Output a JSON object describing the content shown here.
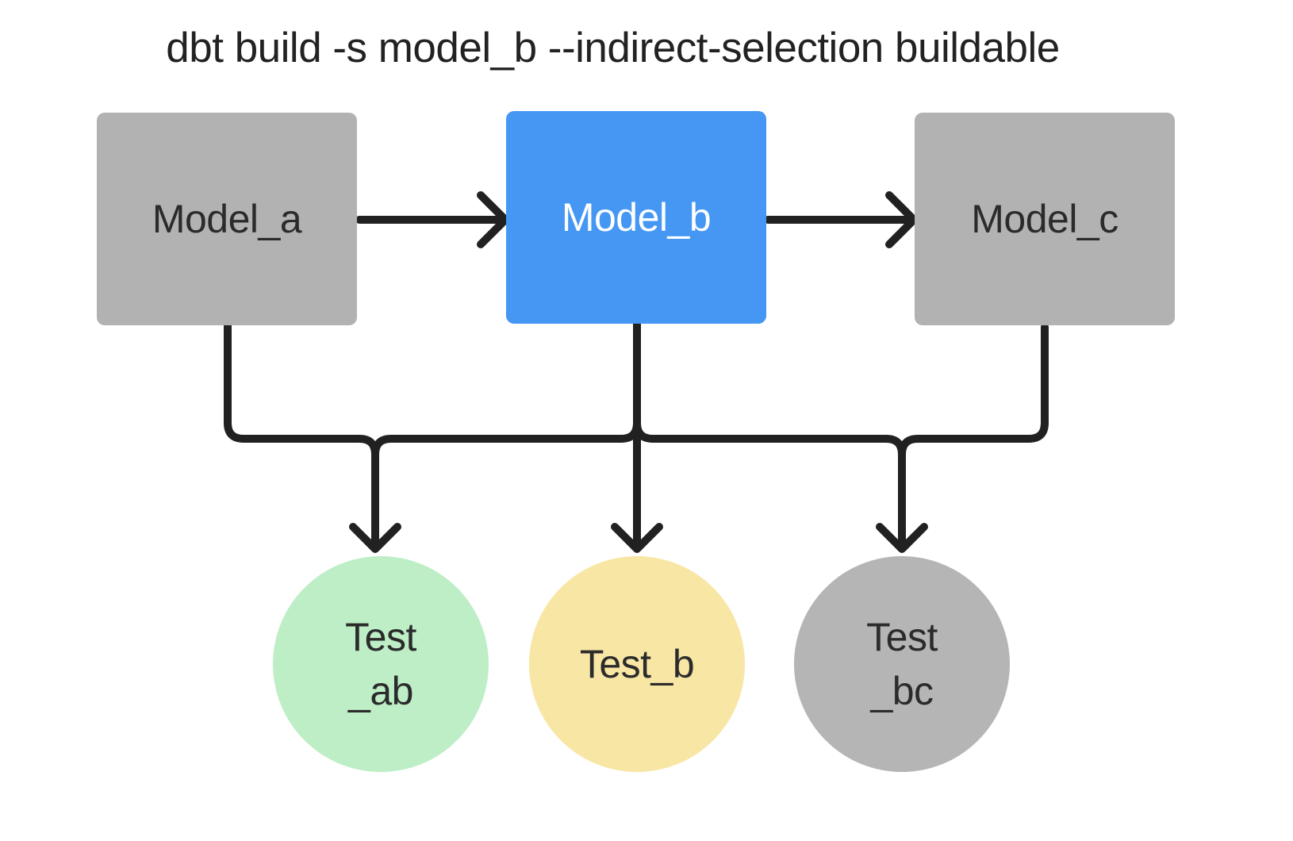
{
  "title": "dbt build -s model_b --indirect-selection buildable",
  "colors": {
    "background": "#ffffff",
    "edge_stroke": "#212121",
    "model_default_fill": "#b2b2b2",
    "model_selected_fill": "#4597f3",
    "test_ab_fill": "#bdeec6",
    "test_b_fill": "#f8e6a4",
    "test_bc_fill": "#b5b5b5",
    "node_text": "#2b2b2b",
    "selected_node_text": "#ffffff",
    "title_text": "#222222"
  },
  "nodes": {
    "model_a": {
      "label": "Model_a",
      "type": "model",
      "fill": "#b2b2b2"
    },
    "model_b": {
      "label": "Model_b",
      "type": "model",
      "fill": "#4597f3",
      "selected": true
    },
    "model_c": {
      "label": "Model_c",
      "type": "model",
      "fill": "#b2b2b2"
    },
    "test_ab": {
      "label_line1": "Test",
      "label_line2": "_ab",
      "type": "test",
      "fill": "#bdeec6"
    },
    "test_b": {
      "label": "Test_b",
      "type": "test",
      "fill": "#f8e6a4"
    },
    "test_bc": {
      "label_line1": "Test",
      "label_line2": "_bc",
      "type": "test",
      "fill": "#b5b5b5"
    }
  },
  "edges": [
    {
      "from": "model_a",
      "to": "model_b"
    },
    {
      "from": "model_b",
      "to": "model_c"
    },
    {
      "from": "model_a",
      "to": "test_ab"
    },
    {
      "from": "model_b",
      "to": "test_ab"
    },
    {
      "from": "model_b",
      "to": "test_b"
    },
    {
      "from": "model_b",
      "to": "test_bc"
    },
    {
      "from": "model_c",
      "to": "test_bc"
    }
  ]
}
